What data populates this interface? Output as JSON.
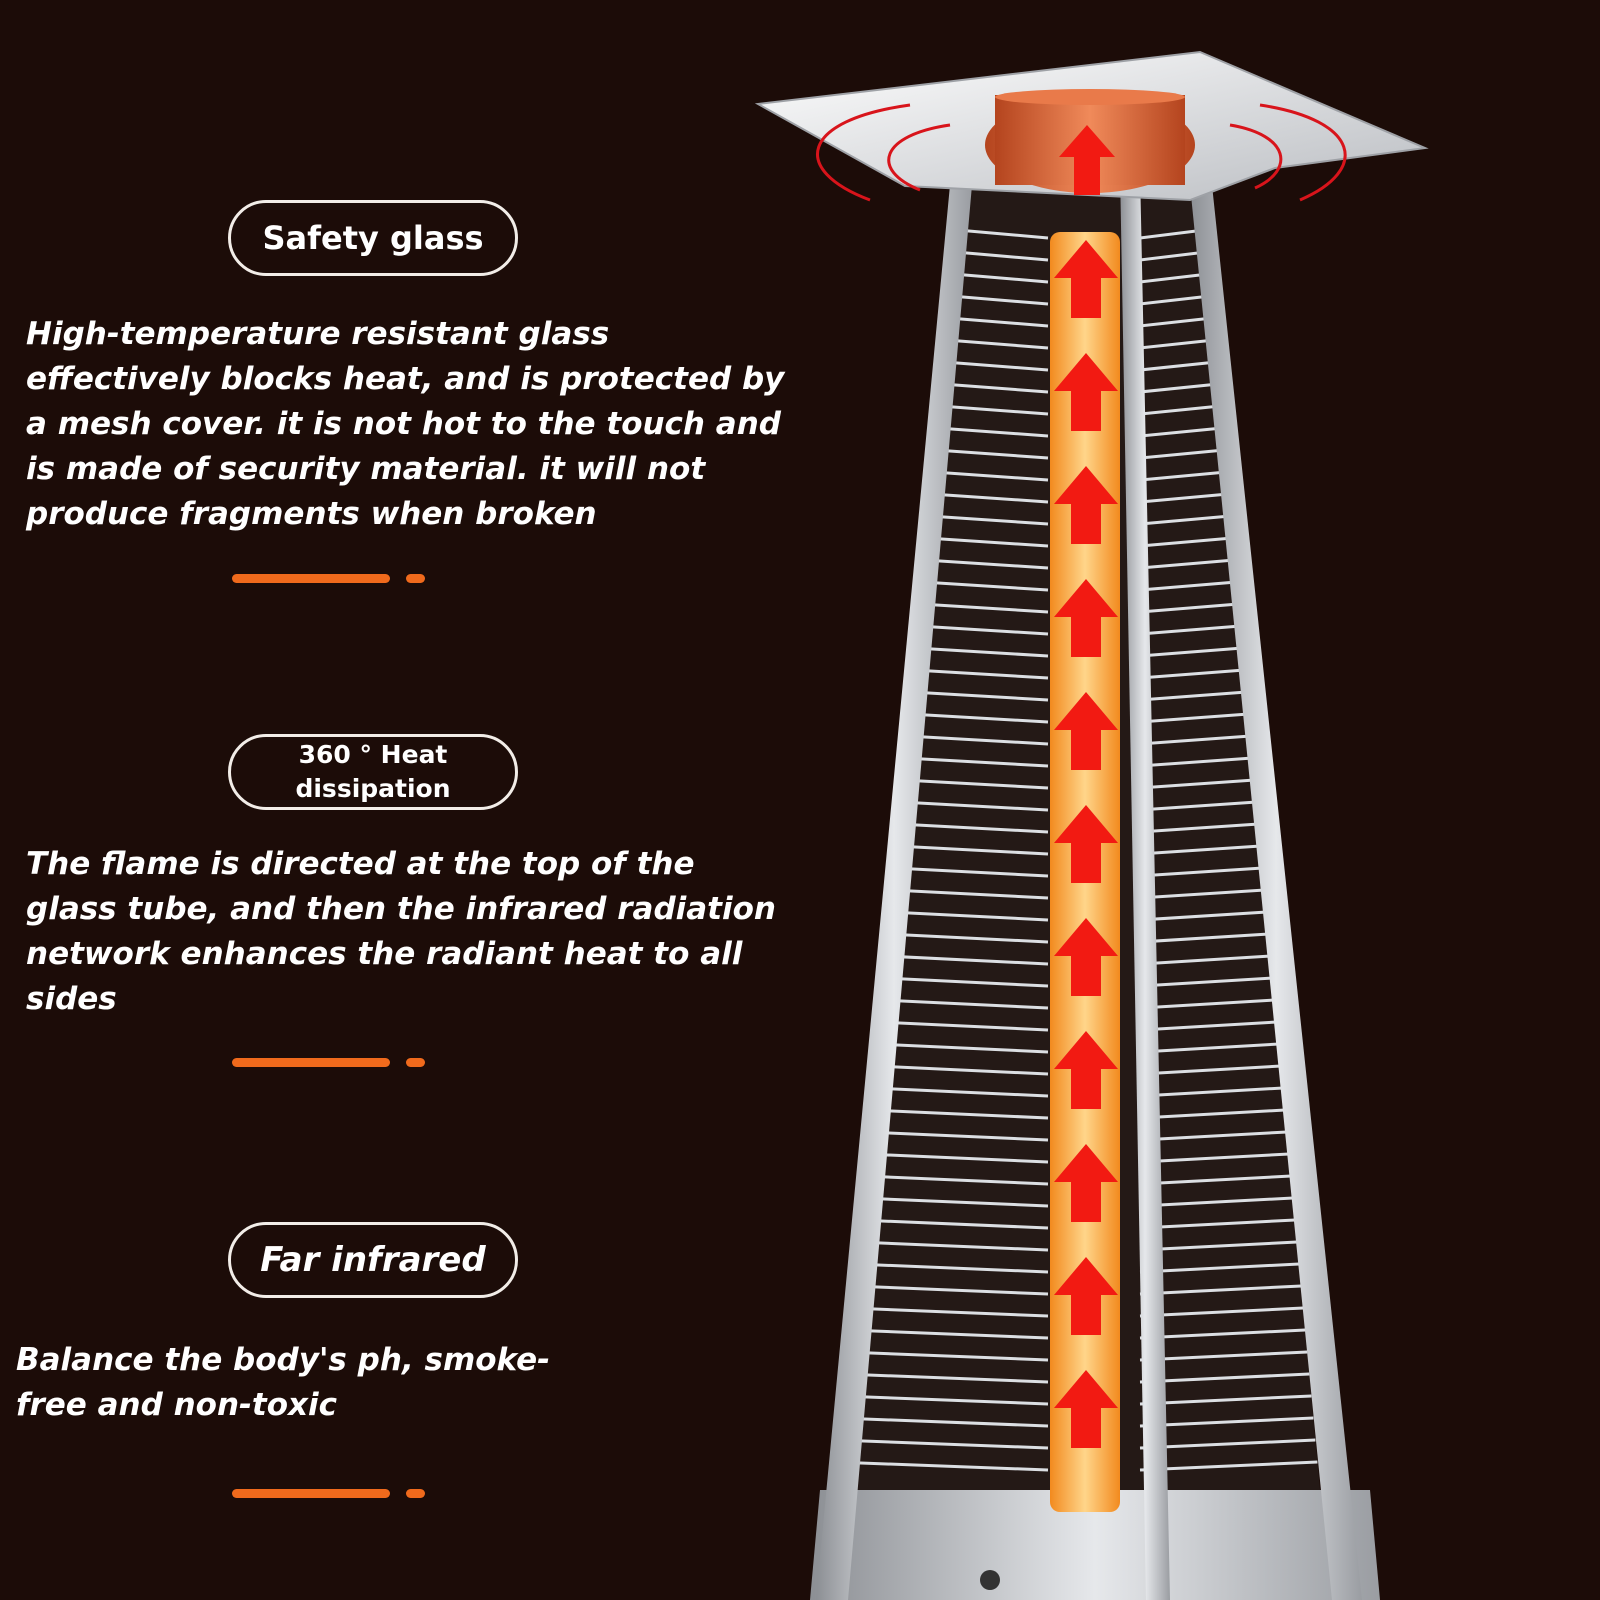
{
  "features": [
    {
      "title": "Safety glass",
      "description": "High-temperature resistant glass effectively blocks heat, and is protected by a mesh cover. it is not hot to the touch and is made of security material. it will not produce fragments when broken"
    },
    {
      "title_line1": "360 ° Heat",
      "title_line2": "dissipation",
      "description": "The flame is directed at the top of the glass tube, and then the infrared radiation network enhances the radiant heat to all sides"
    },
    {
      "title": "Far infrared",
      "description": "Balance the body's ph, smoke-free and non-toxic"
    }
  ],
  "colors": {
    "background": "#1c0c08",
    "accent_orange": "#f06a1c",
    "arrow_red": "#f21a12",
    "flame_orange": "#f7a23a",
    "steel": "#cfd2d6"
  },
  "icons": [
    "heat-arrow-icon",
    "heat-wave-icon"
  ]
}
